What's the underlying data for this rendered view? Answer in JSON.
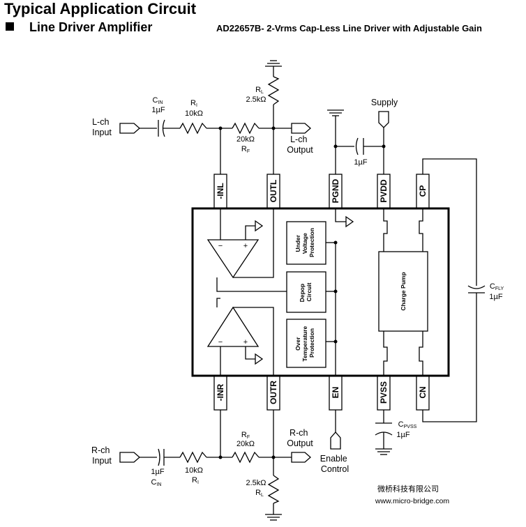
{
  "header": {
    "title": "Typical Application Circuit",
    "subtitle": "Line Driver Amplifier",
    "part_description": "AD22657B- 2-Vrms Cap-Less Line Driver with Adjustable Gain"
  },
  "pins": {
    "inl": "-INL",
    "outl": "OUTL",
    "pgnd": "PGND",
    "pvdd": "PVDD",
    "cp": "CP",
    "inr": "-INR",
    "outr": "OUTR",
    "en": "EN",
    "pvss": "PVSS",
    "cn": "CN"
  },
  "top": {
    "lch_input": [
      "L-ch",
      "Input"
    ],
    "cin": {
      "name": "C",
      "sub": "IN",
      "value": "1µF"
    },
    "ri": {
      "name": "R",
      "sub": "I",
      "value": "10kΩ"
    },
    "rf": {
      "name": "R",
      "sub": "F",
      "value": "20kΩ"
    },
    "rl": {
      "name": "R",
      "sub": "L",
      "value": "2.5kΩ"
    },
    "lch_output": [
      "L-ch",
      "Output"
    ],
    "supply": "Supply",
    "decoupling_cap": "1µF"
  },
  "bottom": {
    "rch_input": [
      "R-ch",
      "Input"
    ],
    "cin": {
      "name": "C",
      "sub": "IN",
      "value": "1µF"
    },
    "ri": {
      "name": "R",
      "sub": "I",
      "value": "10kΩ"
    },
    "rf": {
      "name": "R",
      "sub": "F",
      "value": "20kΩ"
    },
    "rl": {
      "name": "R",
      "sub": "L",
      "value": "2.5kΩ"
    },
    "rch_output": [
      "R-ch",
      "Output"
    ],
    "enable": [
      "Enable",
      "Control"
    ],
    "cpvss": {
      "name": "C",
      "sub": "PVSS",
      "value": "1µF"
    }
  },
  "cfly": {
    "name": "C",
    "sub": "FLY",
    "value": "1µF"
  },
  "blocks": {
    "uvp": [
      "Under",
      "Voltage",
      "Protection"
    ],
    "depop": [
      "Depop",
      "Circuit"
    ],
    "otp": [
      "Over",
      "Temperature",
      "Protection"
    ],
    "charge_pump": "Charge Pump"
  },
  "opamp_signs": {
    "minus": "−",
    "plus": "+"
  },
  "watermark": {
    "company": "微桥科技有限公司",
    "url": "www.micro-bridge.com"
  }
}
